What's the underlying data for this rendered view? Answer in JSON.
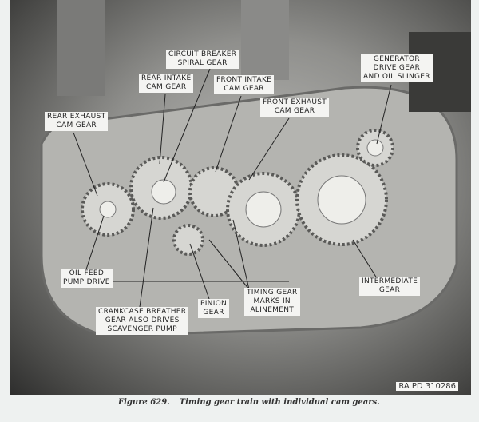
{
  "labels": {
    "circuit_breaker": "CIRCUIT BREAKER\nSPIRAL GEAR",
    "rear_intake": "REAR INTAKE\nCAM GEAR",
    "front_intake": "FRONT INTAKE\nCAM GEAR",
    "front_exhaust": "FRONT EXHAUST\nCAM GEAR",
    "generator": "GENERATOR\nDRIVE GEAR\nAND OIL SLINGER",
    "rear_exhaust": "REAR EXHAUST\nCAM GEAR",
    "oil_feed": "OIL FEED\nPUMP DRIVE",
    "crankcase": "CRANKCASE BREATHER\nGEAR ALSO DRIVES\nSCAVENGER PUMP",
    "pinion": "PINION\nGEAR",
    "timing_marks": "TIMING GEAR\nMARKS IN\nALINEMENT",
    "intermediate": "INTERMEDIATE\nGEAR"
  },
  "figure_id": "RA PD  310286",
  "caption": {
    "number": "Figure 629.",
    "text": "Timing gear train with individual cam gears."
  }
}
